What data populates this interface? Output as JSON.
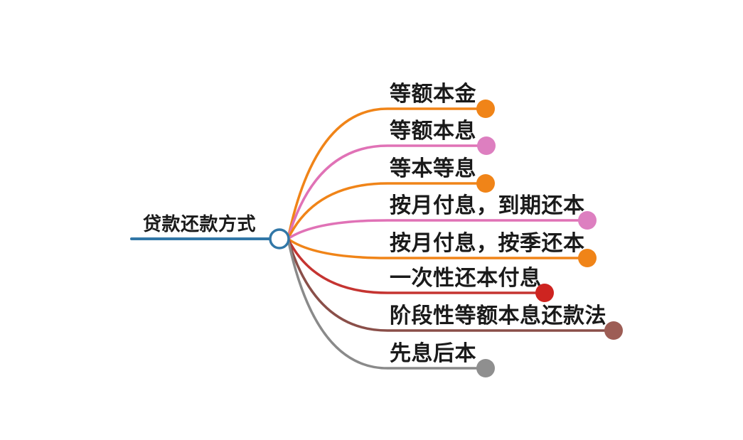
{
  "title": "贷款还款方式",
  "background": "#ffffff",
  "text_color": "#1a1a1a",
  "root": {
    "label": "贷款还款方式",
    "line_color": "#3177a7",
    "node_fill": "#ffffff",
    "node_stroke": "#3177a7"
  },
  "branches": [
    {
      "label": "等额本金",
      "line_color": "#f08418",
      "dot_color": "#f08418"
    },
    {
      "label": "等额本息",
      "line_color": "#e072b6",
      "dot_color": "#dd7fc0"
    },
    {
      "label": "等本等息",
      "line_color": "#f08418",
      "dot_color": "#f08418"
    },
    {
      "label": "按月付息，到期还本",
      "line_color": "#e072b6",
      "dot_color": "#dd7fc0"
    },
    {
      "label": "按月付息，按季还本",
      "line_color": "#f08418",
      "dot_color": "#f08418"
    },
    {
      "label": "一次性还本付息",
      "line_color": "#c53431",
      "dot_color": "#ce2420"
    },
    {
      "label": "阶段性等额本息还款法",
      "line_color": "#8a4f49",
      "dot_color": "#9d5d55"
    },
    {
      "label": "先息后本",
      "line_color": "#8a8a8a",
      "dot_color": "#8f8f8f"
    }
  ]
}
